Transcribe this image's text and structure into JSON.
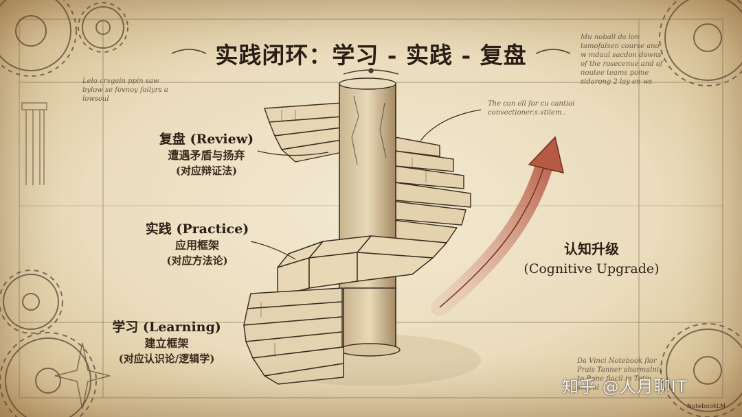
{
  "title": "实践闭环：学习 - 实践 - 复盘",
  "stages": [
    {
      "heading": "复盘 (Review)",
      "line1": "遭遇矛盾与扬弃",
      "line2": "(对应辩证法)"
    },
    {
      "heading": "实践 (Practice)",
      "line1": "应用框架",
      "line2": "(对应方法论)"
    },
    {
      "heading": "学习 (Learning)",
      "line1": "建立框架",
      "line2": "(对应认识论/逻辑学)"
    }
  ],
  "upgrade": {
    "heading": "认知升级",
    "subheading": "(Cognitive Upgrade)"
  },
  "handwriting": {
    "top_left": "Lelo crvgain ppin saw bylow se fovnoy foilyrs a lowsoul",
    "mid_right": "The con ell for cu cantioi convectioner.s.vtilem..",
    "top_right": "Mu noball da lon tamofalsen course ano w mdaul sacdon downs of the rosecenue and of noutee teams pome sidarong 2 lay en ws",
    "bottom_right": "Da Vinci Notebook flor Prais Tanner ahormalnis to Bone fiacil in Tetiu scucal"
  },
  "watermark": "知乎 @人月聊IT",
  "brand": "NotebookLM",
  "colors": {
    "paper": "#eadcbc",
    "ink": "#2a1f16",
    "arrow": "#c06a55"
  }
}
